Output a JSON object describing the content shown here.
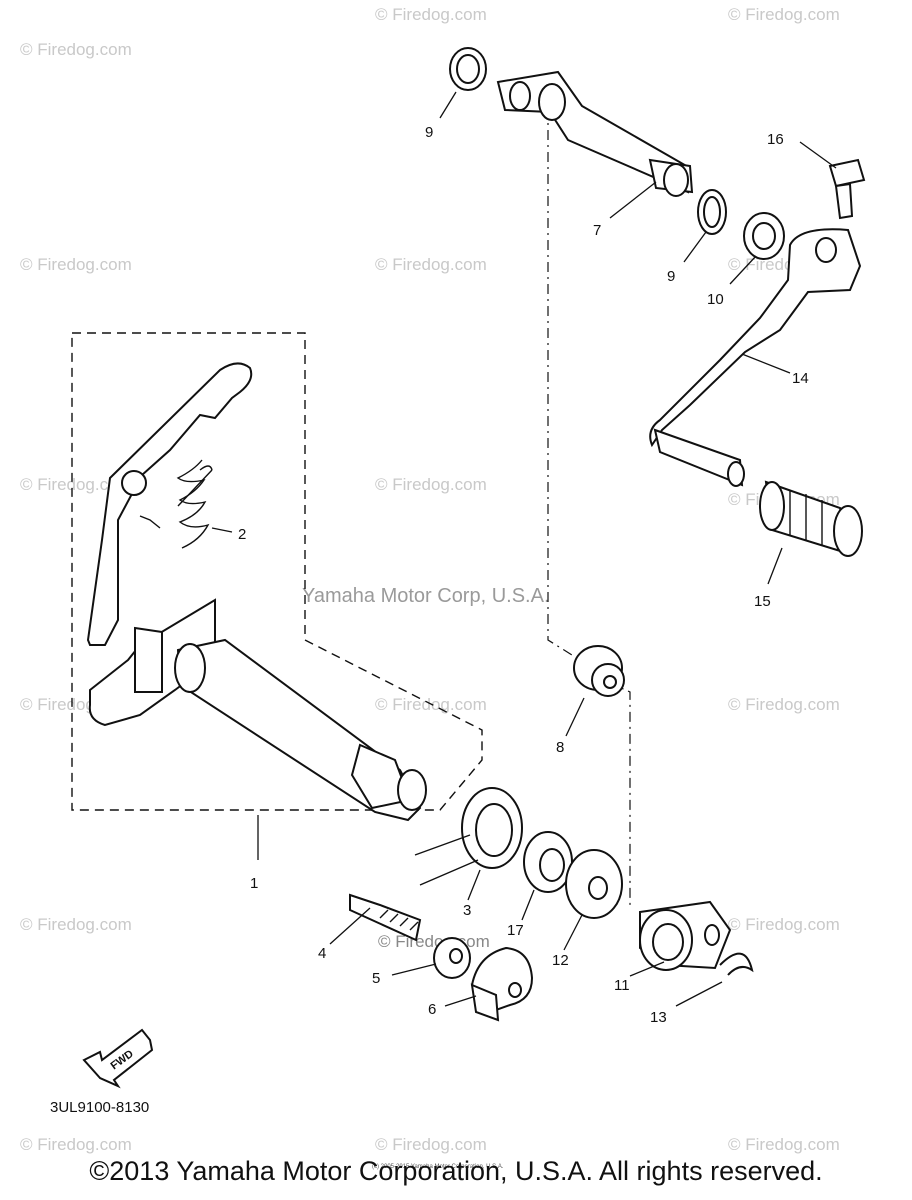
{
  "diagram": {
    "watermark_text": "© Firedog.com",
    "center_watermark": "Yamaha Motor Corp, U.S.A.",
    "credit_tiny": "(c) 2005-2015 Yamaha Motor Corporation, U.S.A.",
    "mid_watermark": "© Firedog.com",
    "fwd_label": "FWD",
    "part_code": "3UL9100-8130",
    "callouts": {
      "c1": "1",
      "c2": "2",
      "c3": "3",
      "c4": "4",
      "c5": "5",
      "c6": "6",
      "c7": "7",
      "c8": "8",
      "c9a": "9",
      "c9b": "9",
      "c10": "10",
      "c11": "11",
      "c12": "12",
      "c13": "13",
      "c14": "14",
      "c15": "15",
      "c16": "16",
      "c17": "17"
    }
  },
  "footer": {
    "copyright": "©2013 Yamaha Motor Corporation, U.S.A. All rights reserved."
  }
}
